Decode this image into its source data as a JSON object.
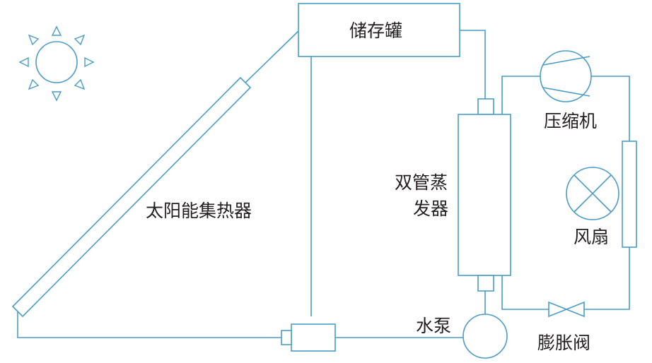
{
  "labels": {
    "storage_tank": "储存罐",
    "solar_collector": "太阳能集热器",
    "dual_tube_evaporator_line1": "双管蒸",
    "dual_tube_evaporator_line2": "发器",
    "compressor": "压缩机",
    "fan": "风扇",
    "water_pump": "水泵",
    "expansion_valve": "膨胀阀"
  },
  "colors": {
    "line": "#4a9cc6",
    "text": "#231f20",
    "background": "#ffffff"
  },
  "icons": {
    "sun": "sun-icon",
    "compressor": "compressor-symbol",
    "fan": "fan-symbol",
    "pump": "pump-symbol",
    "valve": "expansion-valve-symbol"
  }
}
